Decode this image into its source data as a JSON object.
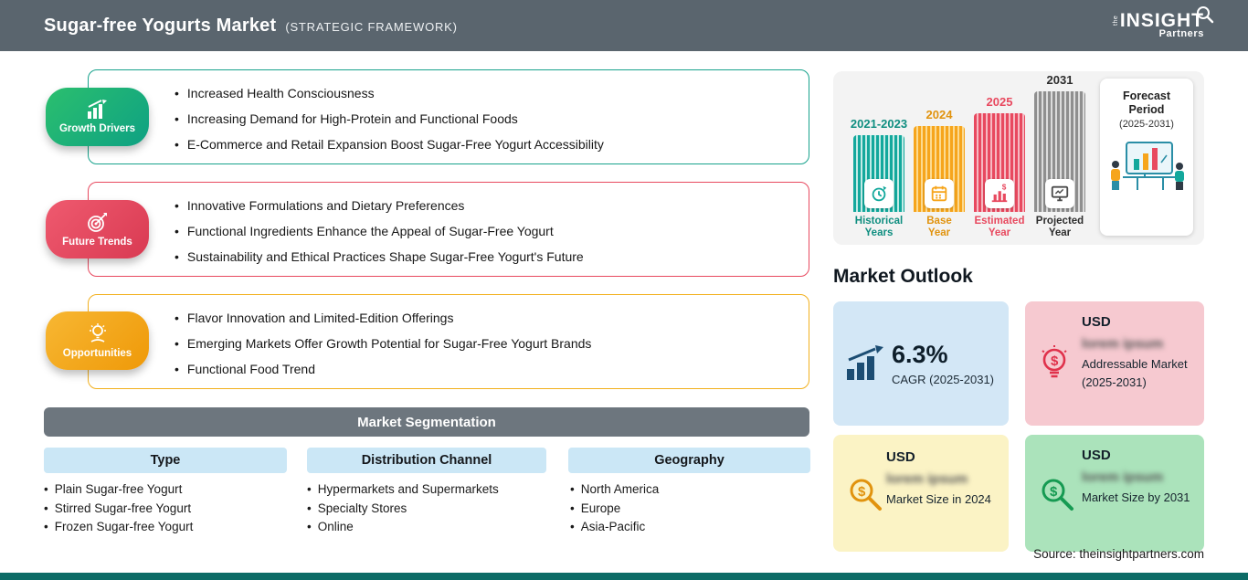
{
  "header": {
    "title": "Sugar-free Yogurts Market",
    "subtitle": "(STRATEGIC FRAMEWORK)",
    "logo": {
      "the": "the",
      "insight": "INSIGHT",
      "partners": "Partners"
    }
  },
  "sections": [
    {
      "badge": "Growth Drivers",
      "accent_color": "#17a28c",
      "items": [
        "Increased Health Consciousness",
        "Increasing Demand for High-Protein and Functional Foods",
        "E-Commerce and Retail Expansion Boost Sugar-Free Yogurt Accessibility"
      ]
    },
    {
      "badge": "Future Trends",
      "accent_color": "#e8495f",
      "items": [
        "Innovative Formulations and Dietary Preferences",
        "Functional Ingredients Enhance the Appeal of Sugar-Free Yogurt",
        "Sustainability and Ethical Practices Shape Sugar-Free Yogurt's Future"
      ]
    },
    {
      "badge": "Opportunities",
      "accent_color": "#f2b01e",
      "items": [
        "Flavor Innovation and Limited-Edition Offerings",
        "Emerging Markets Offer Growth Potential for Sugar-Free Yogurt Brands",
        "Functional Food Trend"
      ]
    }
  ],
  "segmentation": {
    "title": "Market Segmentation",
    "columns": [
      {
        "header": "Type",
        "items": [
          "Plain Sugar-free Yogurt",
          "Stirred Sugar-free Yogurt",
          "Frozen Sugar-free Yogurt"
        ]
      },
      {
        "header": "Distribution Channel",
        "items": [
          "Hypermarkets and Supermarkets",
          "Specialty Stores",
          "Online"
        ]
      },
      {
        "header": "Geography",
        "items": [
          "North America",
          "Europe",
          "Asia-Pacific"
        ]
      }
    ]
  },
  "timeline": {
    "bars": [
      {
        "year": "2021-2023",
        "label_line1": "Historical",
        "label_line2": "Years",
        "color": "#13a89c"
      },
      {
        "year": "2024",
        "label_line1": "Base",
        "label_line2": "Year",
        "color": "#f6a51c"
      },
      {
        "year": "2025",
        "label_line1": "Estimated",
        "label_line2": "Year",
        "color": "#e8495f"
      },
      {
        "year": "2031",
        "label_line1": "Projected",
        "label_line2": "Year",
        "color": "#8f8f8f"
      }
    ],
    "forecast_title_line1": "Forecast",
    "forecast_title_line2": "Period",
    "forecast_subtitle": "(2025-2031)"
  },
  "outlook": {
    "title": "Market Outlook",
    "cards": [
      {
        "value": "6.3%",
        "label": "CAGR (2025-2031)"
      },
      {
        "currency": "USD",
        "redacted": "lorem ipsum",
        "label": "Addressable Market (2025-2031)"
      },
      {
        "currency": "USD",
        "redacted": "lorem ipsum",
        "label": "Market Size in 2024"
      },
      {
        "currency": "USD",
        "redacted": "lorem ipsum",
        "label": "Market Size by 2031"
      }
    ]
  },
  "source": "Source: theinsightpartners.com",
  "colors": {
    "header_gray": "#5a656e",
    "accent_green": "#17a28c",
    "accent_red": "#e8495f",
    "accent_orange": "#f2b01e",
    "footer_teal": "#0d6b66"
  }
}
